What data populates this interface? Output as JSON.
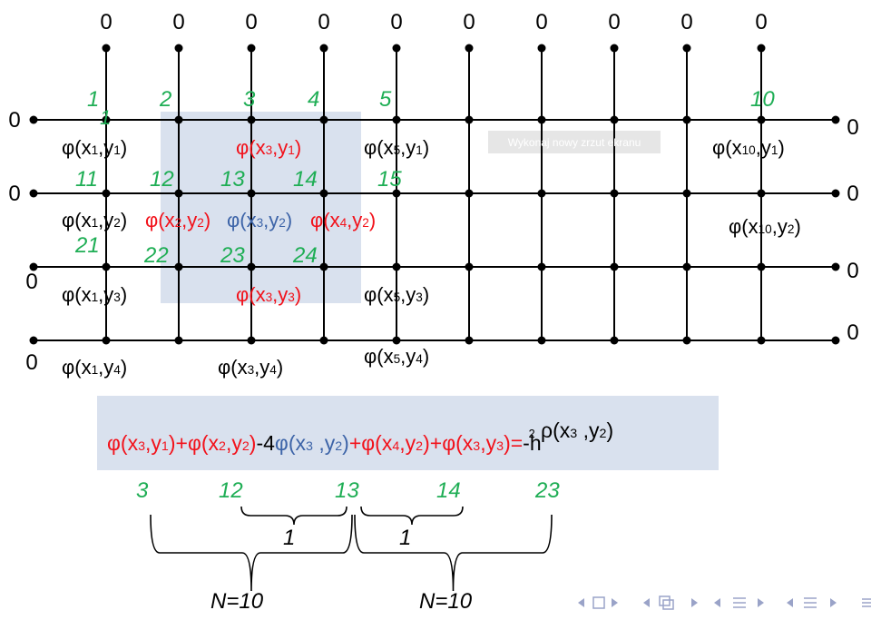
{
  "grid": {
    "top_boundary_labels": [
      "0",
      "0",
      "0",
      "0",
      "0",
      "0",
      "0",
      "0",
      "0",
      "0"
    ],
    "left_boundary_labels": [
      "0",
      "0",
      "0",
      "0"
    ],
    "right_boundary_labels": [
      "0",
      "0",
      "0",
      "0"
    ],
    "node_numbers": [
      {
        "text": "1",
        "row": 0,
        "col": 0
      },
      {
        "text": "2",
        "row": 0,
        "col": 1
      },
      {
        "text": "3",
        "row": 0,
        "col": 2
      },
      {
        "text": "4",
        "row": 0,
        "col": 3
      },
      {
        "text": "5",
        "row": 0,
        "col": 4
      },
      {
        "text": "10",
        "row": 0,
        "col": 9
      },
      {
        "text": "11",
        "row": 1,
        "col": 0
      },
      {
        "text": "12",
        "row": 1,
        "col": 1
      },
      {
        "text": "13",
        "row": 1,
        "col": 2
      },
      {
        "text": "14",
        "row": 1,
        "col": 3
      },
      {
        "text": "15",
        "row": 1,
        "col": 4
      },
      {
        "text": "21",
        "row": 2,
        "col": 0
      },
      {
        "text": "22",
        "row": 2,
        "col": 1
      },
      {
        "text": "23",
        "row": 2,
        "col": 2
      },
      {
        "text": "24",
        "row": 2,
        "col": 3
      }
    ],
    "phi_labels": [
      {
        "main": "φ(x",
        "sub": "1",
        "mid": ",y",
        "sub2": "1",
        "end": ")",
        "color": "black",
        "row": 0,
        "col": 0
      },
      {
        "main": "φ(x",
        "sub": "3",
        "mid": ",y",
        "sub2": "1",
        "end": ")",
        "color": "red",
        "row": 0,
        "col": 2
      },
      {
        "main": "φ(x",
        "sub": "5",
        "mid": ",y",
        "sub2": "1",
        "end": ")",
        "color": "black",
        "row": 0,
        "col": 4
      },
      {
        "main": "φ(x",
        "sub": "10",
        "mid": ",y",
        "sub2": "1",
        "end": ")",
        "color": "black",
        "row": 0,
        "col": 9
      },
      {
        "main": "φ(x",
        "sub": "1",
        "mid": ",y",
        "sub2": "2",
        "end": ")",
        "color": "black",
        "row": 1,
        "col": 0
      },
      {
        "main": "φ(x",
        "sub": "2",
        "mid": ",y",
        "sub2": "2",
        "end": ")",
        "color": "red",
        "row": 1,
        "col": 1
      },
      {
        "main": "φ(x",
        "sub": "3",
        "mid": ",y",
        "sub2": "2",
        "end": ")",
        "color": "blue",
        "row": 1,
        "col": 2
      },
      {
        "main": "φ(x",
        "sub": "4",
        "mid": ",y",
        "sub2": "2",
        "end": ")",
        "color": "red",
        "row": 1,
        "col": 3
      },
      {
        "main": "φ(x",
        "sub": "10",
        "mid": ",y",
        "sub2": "2",
        "end": ")",
        "color": "black",
        "row": 1,
        "col": 9
      },
      {
        "main": "φ(x",
        "sub": "1",
        "mid": ",y",
        "sub2": "3",
        "end": ")",
        "color": "black",
        "row": 2,
        "col": 0
      },
      {
        "main": "φ(x",
        "sub": "3",
        "mid": ",y",
        "sub2": "3",
        "end": ")",
        "color": "red",
        "row": 2,
        "col": 2
      },
      {
        "main": "φ(x",
        "sub": "5",
        "mid": ",y",
        "sub2": "3",
        "end": ")",
        "color": "black",
        "row": 2,
        "col": 4
      },
      {
        "main": "φ(x",
        "sub": "1",
        "mid": ",y",
        "sub2": "4",
        "end": ")",
        "color": "black",
        "row": 3,
        "col": 0
      },
      {
        "main": "φ(x",
        "sub": "3",
        "mid": ",y",
        "sub2": "4",
        "end": ")",
        "color": "black",
        "row": 3,
        "col": 2
      },
      {
        "main": "φ(x",
        "sub": "5",
        "mid": ",y",
        "sub2": "4",
        "end": ")",
        "color": "black",
        "row": 3,
        "col": 4
      }
    ],
    "overlay_text": "Wykonaj nowy zrzut ekranu"
  },
  "equation": {
    "parts": [
      {
        "t": "φ(x",
        "c": "red"
      },
      {
        "t": "3",
        "c": "red",
        "sub": true
      },
      {
        "t": ",y",
        "c": "red"
      },
      {
        "t": "1",
        "c": "red",
        "sub": true
      },
      {
        "t": ")",
        "c": "red"
      },
      {
        "t": "+",
        "c": "red"
      },
      {
        "t": "φ(x",
        "c": "red"
      },
      {
        "t": "2",
        "c": "red",
        "sub": true
      },
      {
        "t": ",y",
        "c": "red"
      },
      {
        "t": "2",
        "c": "red",
        "sub": true
      },
      {
        "t": ")",
        "c": "red"
      },
      {
        "t": "-4",
        "c": "black"
      },
      {
        "t": "φ(x",
        "c": "blue"
      },
      {
        "t": "3",
        "c": "blue",
        "sub": true
      },
      {
        "t": " ,y",
        "c": "blue"
      },
      {
        "t": "2",
        "c": "blue",
        "sub": true
      },
      {
        "t": ")",
        "c": "blue"
      },
      {
        "t": "+",
        "c": "red"
      },
      {
        "t": "φ(x",
        "c": "red"
      },
      {
        "t": "4",
        "c": "red",
        "sub": true
      },
      {
        "t": ",y",
        "c": "red"
      },
      {
        "t": "2",
        "c": "red",
        "sub": true
      },
      {
        "t": ")",
        "c": "red"
      },
      {
        "t": "+",
        "c": "red"
      },
      {
        "t": "φ(x",
        "c": "red"
      },
      {
        "t": "3",
        "c": "red",
        "sub": true
      },
      {
        "t": ",y",
        "c": "red"
      },
      {
        "t": "3",
        "c": "red",
        "sub": true
      },
      {
        "t": ")",
        "c": "red"
      },
      {
        "t": "=",
        "c": "red"
      },
      {
        "t": "-h",
        "c": "black"
      },
      {
        "t": "2",
        "c": "black",
        "sup": true
      },
      {
        "t": " ρ(x",
        "c": "black"
      },
      {
        "t": "3",
        "c": "black",
        "sub": true
      },
      {
        "t": " ,y",
        "c": "black"
      },
      {
        "t": "2",
        "c": "black",
        "sub": true
      },
      {
        "t": ")",
        "c": "black"
      }
    ]
  },
  "index_row": [
    "3",
    "12",
    "13",
    "14",
    "23"
  ],
  "brace_labels": {
    "small_left": "1",
    "small_right": "1",
    "big_left": "N=10",
    "big_right": "N=10"
  },
  "nav_icons": [
    "triangle-left-icon",
    "square-icon",
    "triangle-right-icon",
    "triangle-left-icon",
    "frame-icon",
    "triangle-right-icon",
    "triangle-left-icon",
    "section-icon",
    "triangle-right-icon",
    "triangle-left-icon",
    "subsection-icon",
    "triangle-right-icon",
    "menu-icon"
  ],
  "colors": {
    "black": "#000000",
    "red": "#f2121b",
    "blue": "#3d64a8",
    "green": "#1fae55",
    "highlight": "#d9e1ee",
    "overlay": "#e6e6e6"
  }
}
